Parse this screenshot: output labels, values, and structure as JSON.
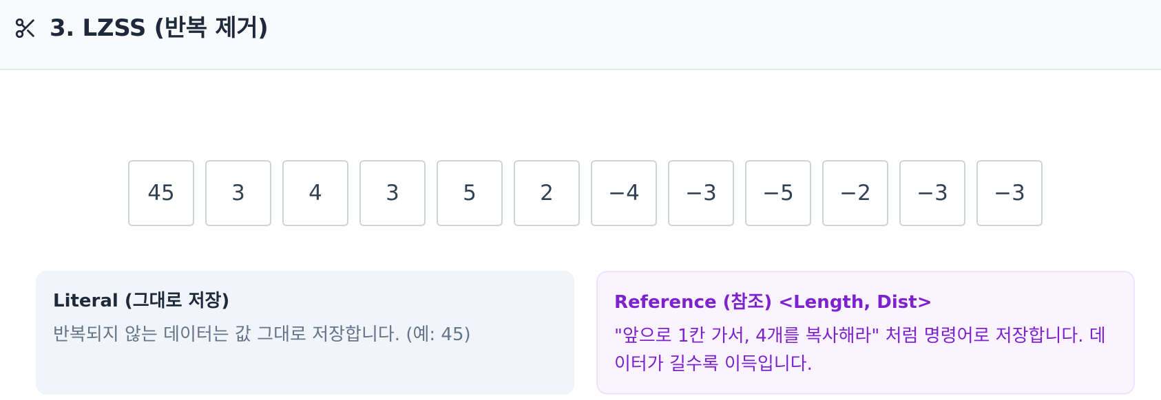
{
  "header": {
    "icon": "scissors-icon",
    "title": "3. LZSS (반복 제거)"
  },
  "sequence": {
    "values": [
      "45",
      "3",
      "4",
      "3",
      "5",
      "2",
      "−4",
      "−3",
      "−5",
      "−2",
      "−3",
      "−3"
    ]
  },
  "literal_card": {
    "title": "Literal (그대로 저장)",
    "description": "반복되지 않는 데이터는 값 그대로 저장합니다. (예: 45)"
  },
  "reference_card": {
    "title": "Reference (참조) <Length, Dist>",
    "description": "\"앞으로 1칸 가서, 4개를 복사해라\" 처럼 명령어로 저장합니다. 데이터가 길수록 이득입니다."
  },
  "colors": {
    "header_bg": "#f8fafc",
    "cell_border": "#cbd5e1",
    "literal_bg": "#f1f5f9",
    "reference_bg": "#f9f4ff",
    "reference_text": "#7e22ce"
  }
}
